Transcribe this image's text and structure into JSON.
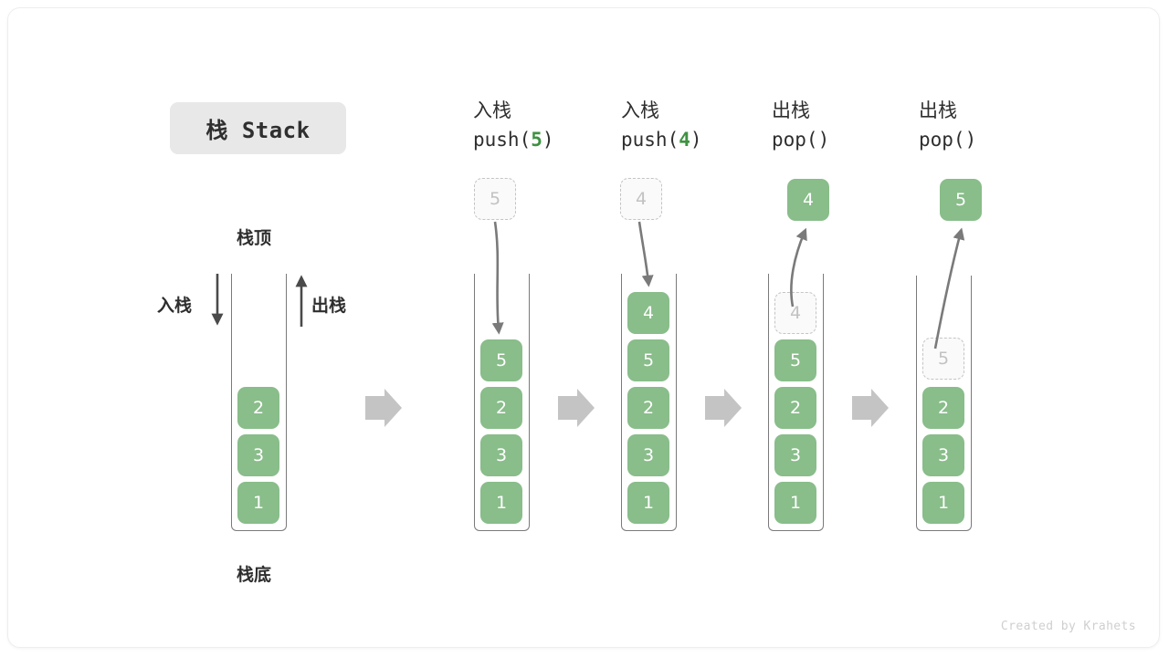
{
  "title": "栈 Stack",
  "labels": {
    "top": "栈顶",
    "bottom": "栈底",
    "push_side": "入栈",
    "pop_side": "出栈"
  },
  "credit": "Created by Krahets",
  "colors": {
    "node_green": "#89bd8a",
    "ghost_fill": "#fafafa",
    "ghost_border": "#c4c4c4",
    "ghost_text": "#c2c2c2",
    "arrow_gray": "#7a7a7a",
    "chevron_gray": "#c4c4c4",
    "chip_bg": "#e8e8e8",
    "text": "#2e2e2e",
    "accent_green_text": "#3f9142"
  },
  "steps": [
    {
      "id": "initial",
      "op_cn": "",
      "op_code_prefix": "",
      "op_code_arg": "",
      "op_code_suffix": "",
      "floating": null,
      "stack": [
        "2",
        "3",
        "1"
      ],
      "ghost_index": -1
    },
    {
      "id": "push5",
      "op_cn": "入栈",
      "op_code_prefix": "push(",
      "op_code_arg": "5",
      "op_code_suffix": ")",
      "floating": "5",
      "stack": [
        "5",
        "2",
        "3",
        "1"
      ],
      "ghost_index": -1
    },
    {
      "id": "push4",
      "op_cn": "入栈",
      "op_code_prefix": "push(",
      "op_code_arg": "4",
      "op_code_suffix": ")",
      "floating": "4",
      "stack": [
        "4",
        "5",
        "2",
        "3",
        "1"
      ],
      "ghost_index": -1
    },
    {
      "id": "pop4",
      "op_cn": "出栈",
      "op_code_prefix": "pop(",
      "op_code_arg": "",
      "op_code_suffix": ")",
      "floating": "4",
      "stack": [
        "4",
        "5",
        "2",
        "3",
        "1"
      ],
      "ghost_index": 0
    },
    {
      "id": "pop5",
      "op_cn": "出栈",
      "op_code_prefix": "pop(",
      "op_code_arg": "",
      "op_code_suffix": ")",
      "floating": "5",
      "stack": [
        "5",
        "2",
        "3",
        "1"
      ],
      "ghost_index": 0
    }
  ]
}
